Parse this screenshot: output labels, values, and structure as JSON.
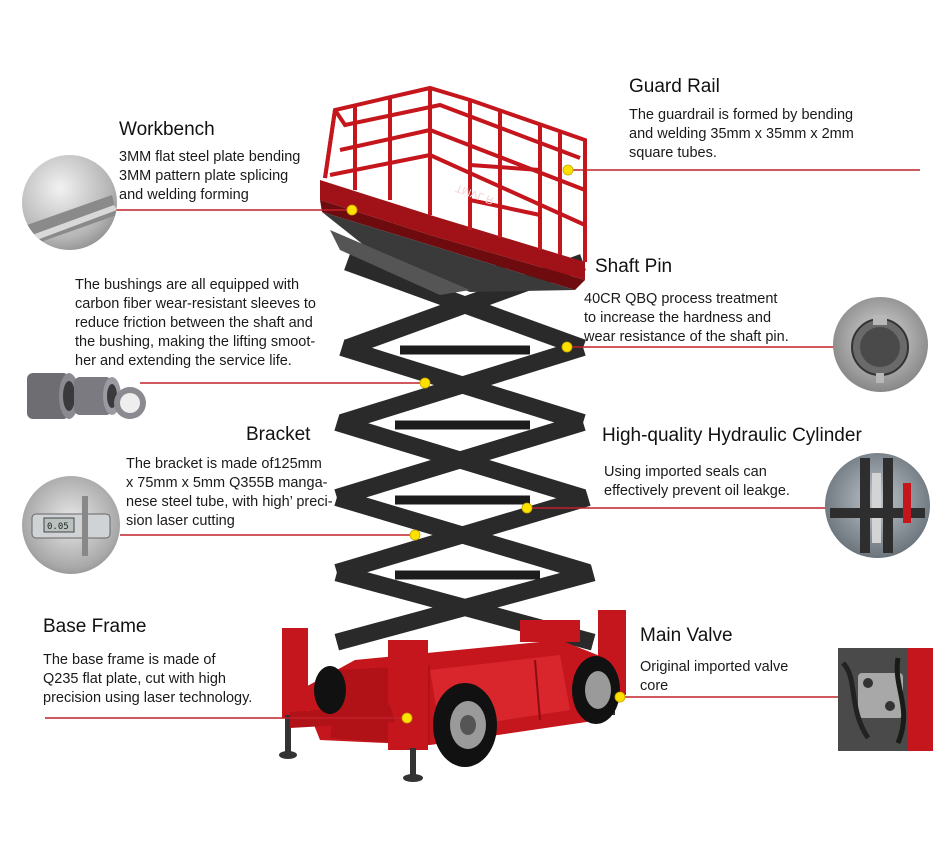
{
  "colors": {
    "leader": "#c0202a",
    "dot": "#ffe100",
    "frame_red": "#c4161c",
    "scissor": "#2a2a2a"
  },
  "components": [
    {
      "id": "workbench",
      "title": "Workbench",
      "desc": "3MM flat steel plate bending\n3MM pattern plate splicing\nand welding forming",
      "icon": "steel-plate-photo-icon"
    },
    {
      "id": "bushings",
      "title": "",
      "desc": "The bushings are all equipped with\ncarbon fiber wear-resistant sleeves to\nreduce friction between the shaft and\nthe bushing, making the lifting smoot-\nher and extending the service life.",
      "icon": "bushing-sleeves-photo-icon"
    },
    {
      "id": "bracket",
      "title": "Bracket",
      "desc": "The bracket is made of125mm\nx 75mm x 5mm Q355B manga-\nnese steel tube, with high’ preci-\nsion laser cutting",
      "icon": "caliper-measurement-photo-icon"
    },
    {
      "id": "base-frame",
      "title": "Base Frame",
      "desc": "The base frame is made of\nQ235 flat plate, cut with high\nprecision using laser technology.",
      "icon": ""
    },
    {
      "id": "guard-rail",
      "title": "Guard Rail",
      "desc": "The guardrail is formed by bending\nand welding 35mm x 35mm x 2mm\nsquare tubes.",
      "icon": ""
    },
    {
      "id": "shaft-pin",
      "title": "Shaft Pin",
      "desc": "40CR QBQ process treatment\nto increase the hardness and\nwear resistance of the shaft pin.",
      "icon": "shaft-pin-photo-icon"
    },
    {
      "id": "hydraulic-cylinder",
      "title": "High-quality Hydraulic Cylinder",
      "desc": "Using imported seals can\neffectively prevent oil leakge.",
      "icon": "hydraulic-cylinder-photo-icon"
    },
    {
      "id": "main-valve",
      "title": "Main Valve",
      "desc": "Original imported valve\ncore",
      "icon": "valve-core-photo-icon"
    }
  ],
  "machine": {
    "brand_text": "TMVL R",
    "icon": "scissor-lift-machine-icon"
  }
}
